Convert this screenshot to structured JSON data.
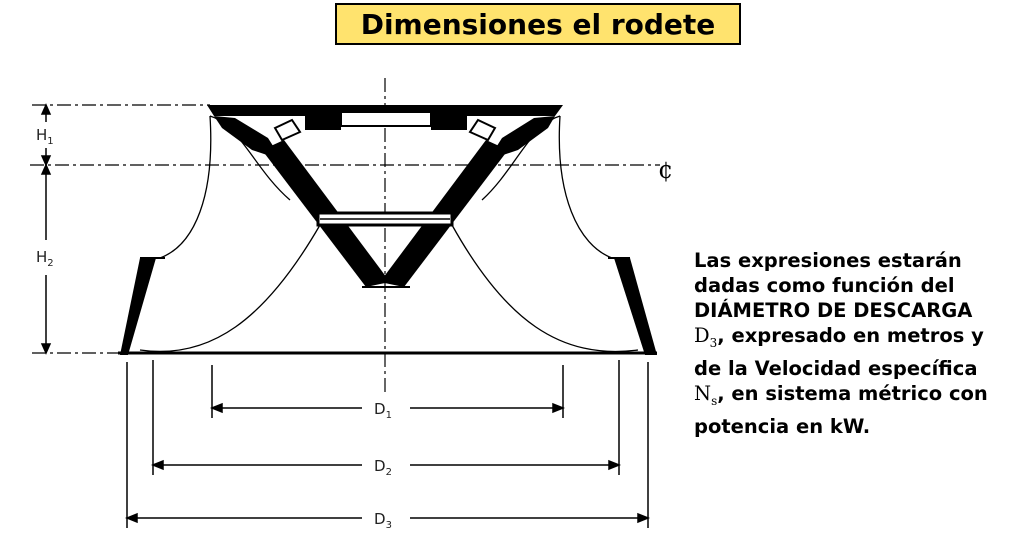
{
  "title": "Dimensiones el rodete",
  "centerline_label": "¢",
  "dimensions": {
    "H1": {
      "main": "H",
      "sub": "1"
    },
    "H2": {
      "main": "H",
      "sub": "2"
    },
    "D1": {
      "main": "D",
      "sub": "1"
    },
    "D2": {
      "main": "D",
      "sub": "2"
    },
    "D3": {
      "main": "D",
      "sub": "3"
    }
  },
  "description": {
    "line1": "Las expresiones estarán",
    "line2": "dadas como función del",
    "line3": "DIÁMETRO DE DESCARGA",
    "line4_symbol": "D",
    "line4_sub": "3",
    "line4_rest": ", expresado en metros y",
    "line5": "de la Velocidad específica",
    "line6_symbol": "N",
    "line6_sub": "s",
    "line6_rest": ", en sistema métrico con",
    "line7": "potencia en kW."
  }
}
